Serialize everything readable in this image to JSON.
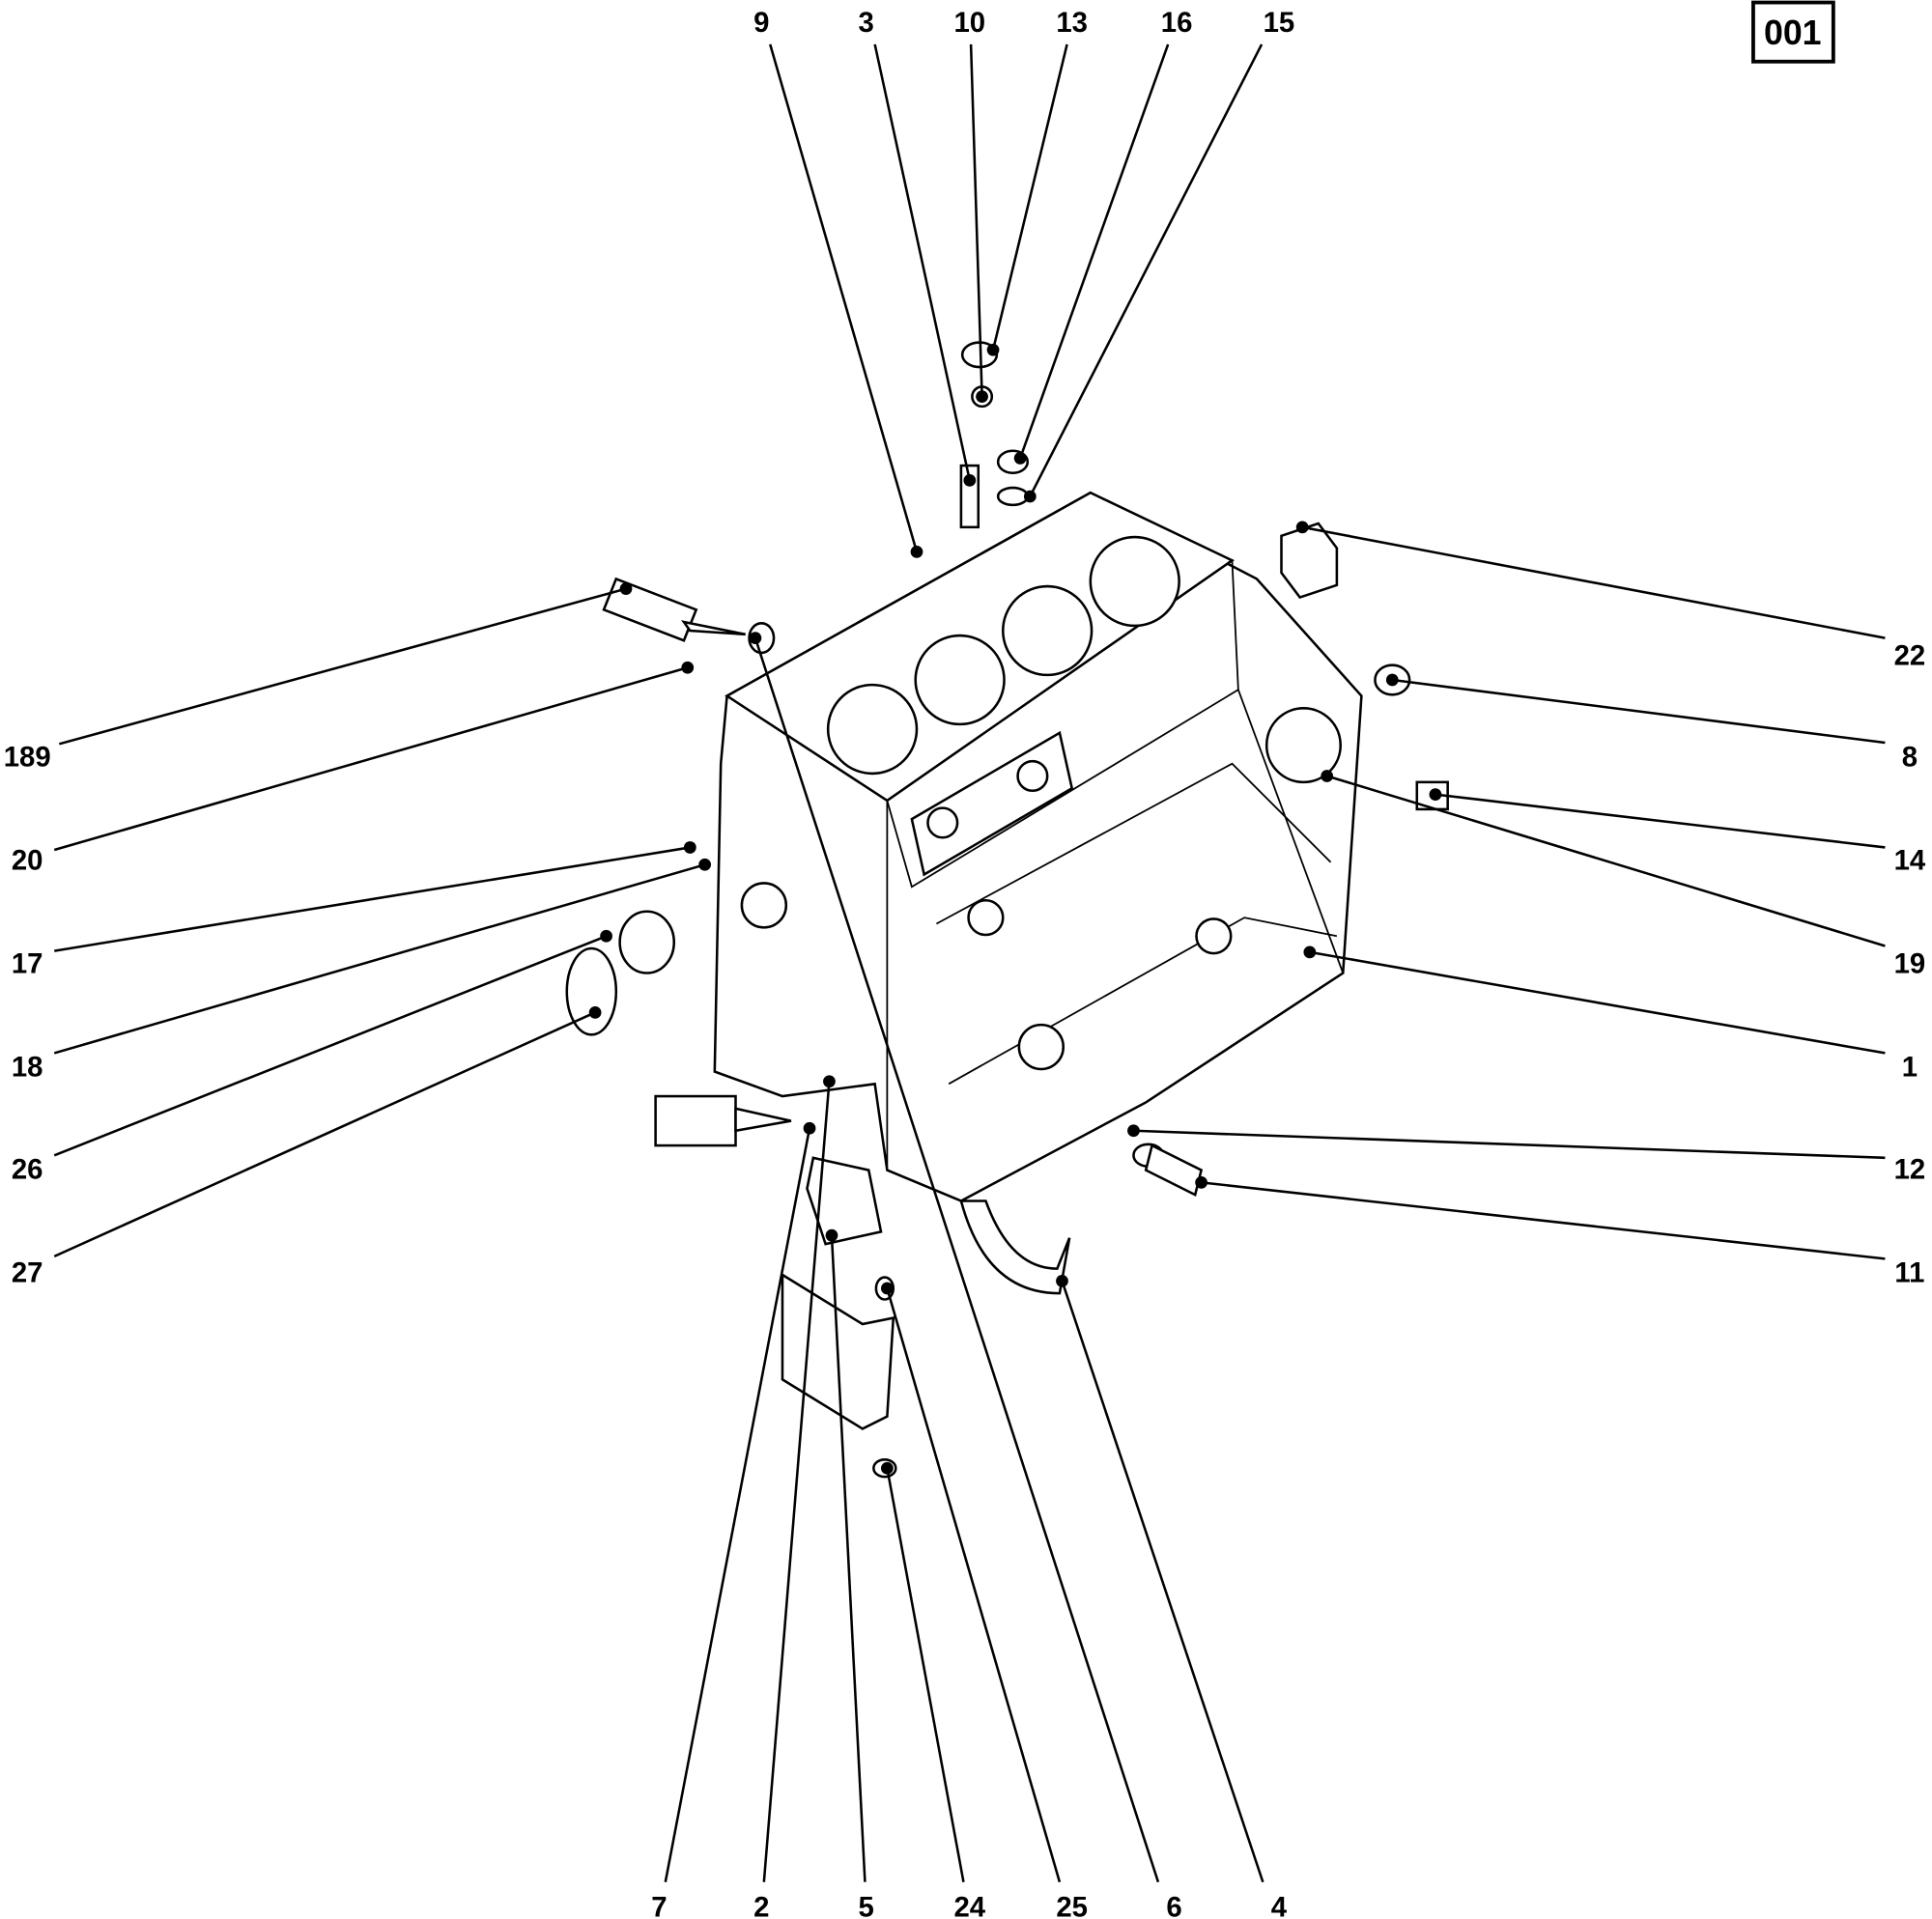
{
  "page_id": "001",
  "callouts": [
    "9",
    "3",
    "10",
    "13",
    "16",
    "15",
    "22",
    "8",
    "14",
    "19",
    "1",
    "12",
    "11",
    "189",
    "20",
    "17",
    "18",
    "26",
    "27",
    "7",
    "2",
    "5",
    "24",
    "25",
    "6",
    "4"
  ]
}
